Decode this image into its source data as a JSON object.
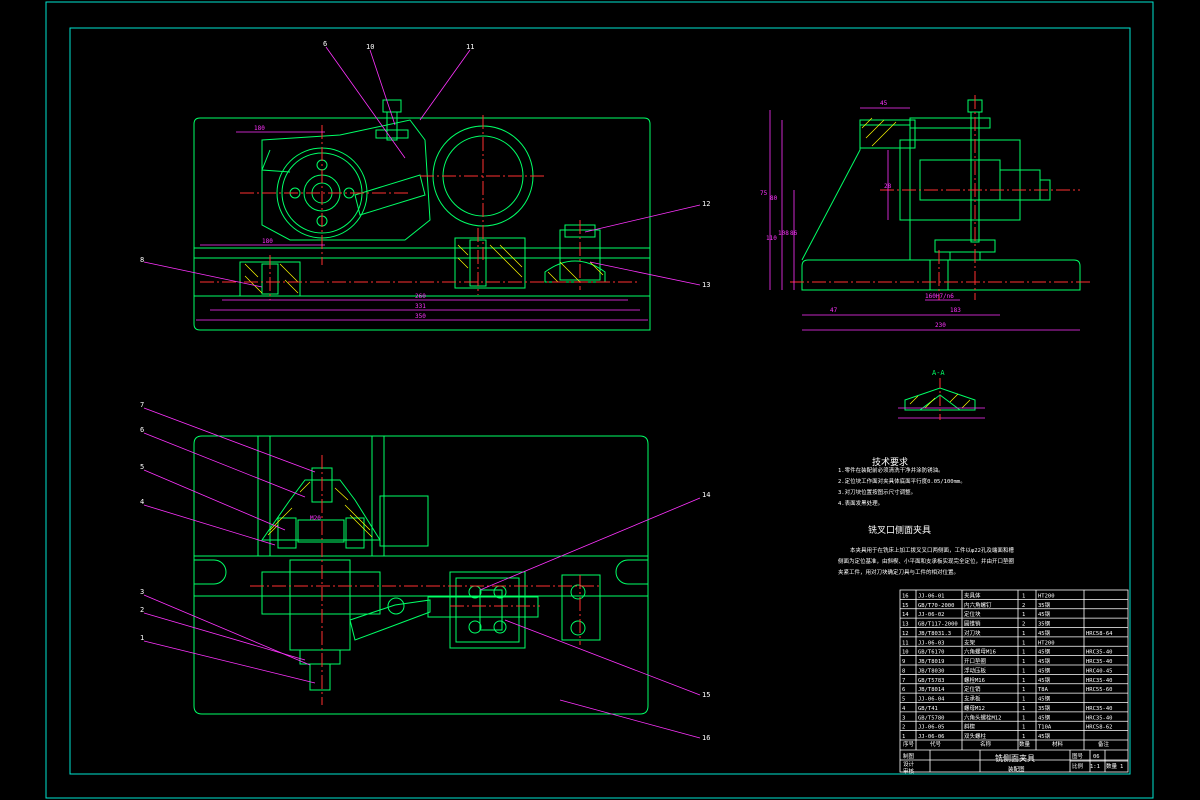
{
  "colors": {
    "background": "#000000",
    "frame": "#00e5d0",
    "outline": "#00ff66",
    "center": "#ff3030",
    "leader": "#ff33ff",
    "dimension": "#ff33ff",
    "hatch": "#ffff00",
    "text": "#ffffff",
    "white": "#ffffff"
  },
  "front_view": {
    "leader_labels": [
      "6",
      "10",
      "11",
      "12",
      "8",
      "13"
    ],
    "dims": [
      "180",
      "180",
      "260",
      "331",
      "350"
    ]
  },
  "side_view": {
    "dims": [
      "45",
      "75",
      "28",
      "80",
      "110",
      "108",
      "86",
      "47",
      "183",
      "230",
      "160H7/n6"
    ]
  },
  "section": {
    "title": "A-A"
  },
  "plan_view": {
    "leader_labels": [
      "7",
      "6",
      "5",
      "4",
      "3",
      "2",
      "1",
      "14",
      "15",
      "16"
    ],
    "part_mark": "M20"
  },
  "tech_requirements": {
    "title": "技术要求",
    "items": [
      "1.零件在装配前必须清洗干净并涂防锈油。",
      "2.定位块工作面对夹具体底面平行度0.05/100mm。",
      "3.对刀块位置按图示尺寸调整。",
      "4.表面发黑处理。"
    ]
  },
  "description": {
    "title": "铣叉口侧面夹具",
    "text": [
      "本夹具用于在铣床上加工拨叉叉口两侧面，工件以φ22孔及端面和槽",
      "侧面为定位基准，由斜楔、小平面和支承板实现完全定位，并由开口垫圈",
      "夹紧工件，用对刀块确定刀具与工件的相对位置。"
    ]
  },
  "bom": {
    "rows": [
      [
        "16",
        "JJ-06-01",
        "夹具体",
        "1",
        "HT200",
        ""
      ],
      [
        "15",
        "GB/T70-2000",
        "内六角螺钉",
        "2",
        "35钢",
        ""
      ],
      [
        "14",
        "JJ-06-02",
        "定位块",
        "1",
        "45钢",
        ""
      ],
      [
        "13",
        "GB/T117-2000",
        "圆锥销",
        "2",
        "35钢",
        ""
      ],
      [
        "12",
        "JB/T8031.3",
        "对刀块",
        "1",
        "45钢",
        "HRC58-64"
      ],
      [
        "11",
        "JJ-06-03",
        "支架",
        "1",
        "HT200",
        ""
      ],
      [
        "10",
        "GB/T6170",
        "六角螺母M16",
        "1",
        "45钢",
        "HRC35-40"
      ],
      [
        "9",
        "JB/T8019",
        "开口垫圈",
        "1",
        "45钢",
        "HRC35-40"
      ],
      [
        "8",
        "JB/T8030",
        "浮动压板",
        "1",
        "45钢",
        "HRC40-45"
      ],
      [
        "7",
        "GB/T5783",
        "螺栓M16",
        "1",
        "45钢",
        "HRC35-40"
      ],
      [
        "6",
        "JB/T8014",
        "定位销",
        "1",
        "T8A",
        "HRC55-60"
      ],
      [
        "5",
        "JJ-06-04",
        "支承板",
        "1",
        "45钢",
        ""
      ],
      [
        "4",
        "GB/T41",
        "螺母M12",
        "1",
        "35钢",
        "HRC35-40"
      ],
      [
        "3",
        "GB/T5780",
        "六角头螺栓M12",
        "1",
        "45钢",
        "HRC35-40"
      ],
      [
        "2",
        "JJ-06-05",
        "斜楔",
        "1",
        "T10A",
        "HRC58-62"
      ],
      [
        "1",
        "JJ-06-06",
        "双头螺柱",
        "1",
        "45钢",
        ""
      ]
    ],
    "header": [
      "序号",
      "代号",
      "名称",
      "数量",
      "材料",
      "备注"
    ]
  },
  "title_block": {
    "drawing_title": "铣侧面夹具",
    "sub_title": "装配图",
    "rows": [
      "制图",
      "设计",
      "审核"
    ],
    "scale_label": "比例",
    "scale_value": "1:1",
    "sheet_label": "图号",
    "sheet_value": "06",
    "qty_label": "数量",
    "qty_value": "1"
  }
}
